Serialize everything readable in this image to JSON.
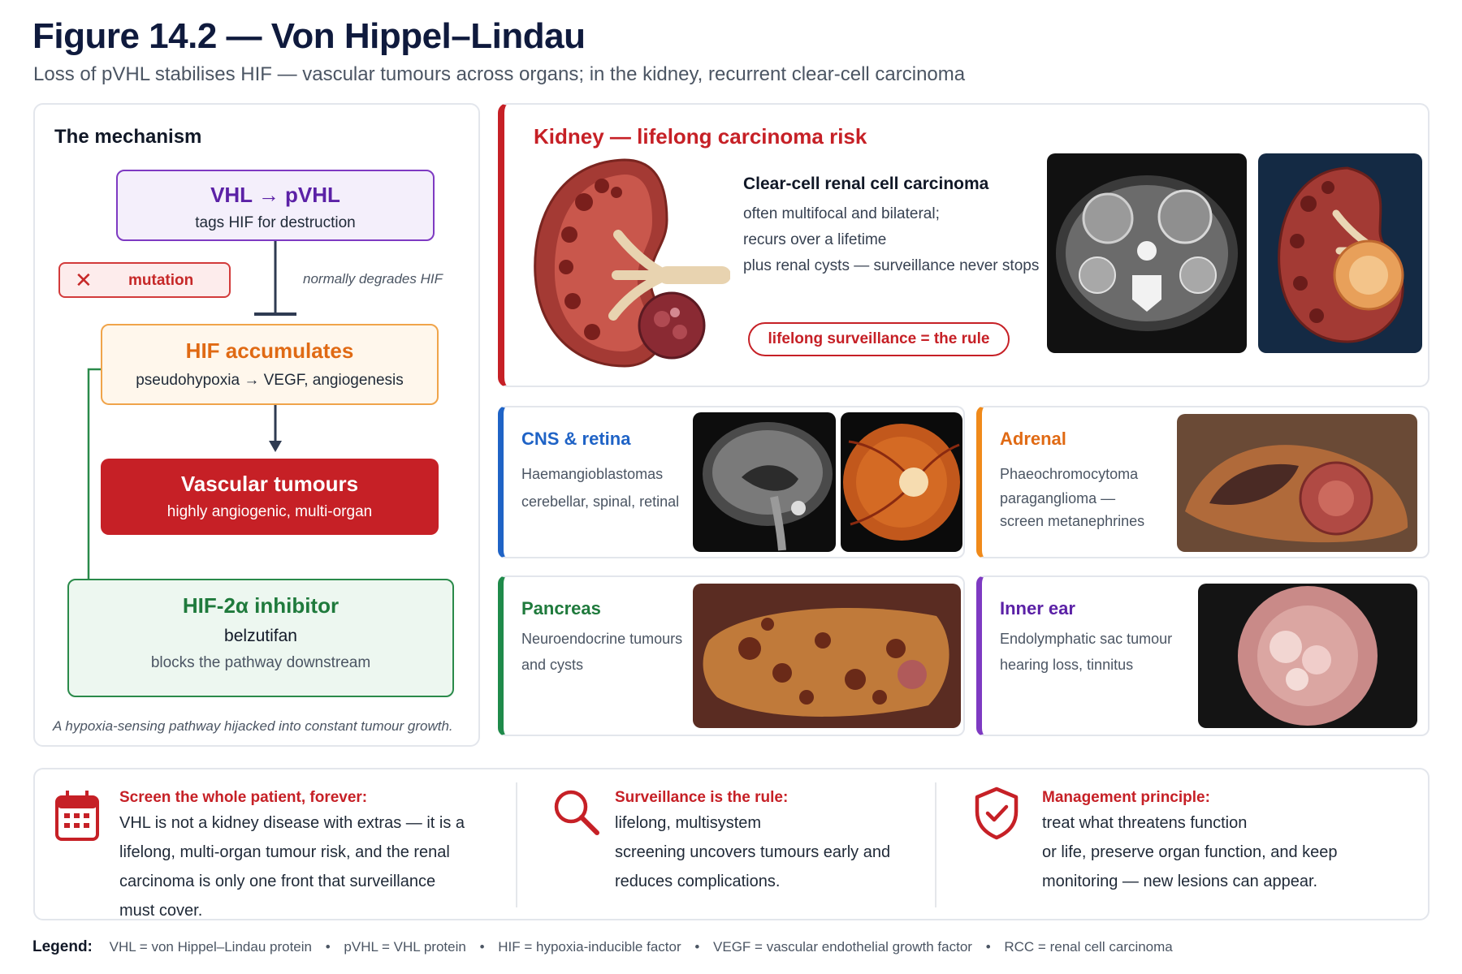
{
  "title": "Figure 14.2 — Von Hippel–Lindau",
  "subtitle": "Loss of pVHL stabilises HIF — vascular tumours across organs; in the kidney, recurrent clear-cell carcinoma",
  "mechanism": {
    "heading": "The mechanism",
    "vhl_title": "VHL → pVHL",
    "vhl_sub": "tags HIF for destruction",
    "mutation_label": "mutation",
    "normal_note": "normally degrades HIF",
    "hif_title": "HIF accumulates",
    "hif_sub": "pseudohypoxia → VEGF, angiogenesis",
    "vascular_title": "Vascular tumours",
    "vascular_sub": "highly angiogenic, multi-organ",
    "inhibitor_title": "HIF-2α inhibitor",
    "inhibitor_drug": "belzutifan",
    "inhibitor_sub": "blocks the pathway downstream",
    "footer": "A hypoxia-sensing pathway hijacked into constant tumour growth."
  },
  "kidney": {
    "heading": "Kidney — lifelong carcinoma risk",
    "sub_heading": "Clear-cell renal cell carcinoma",
    "lines": [
      "often multifocal and bilateral;",
      "recurs over a lifetime",
      "plus renal cysts — surveillance never stops"
    ],
    "badge": "lifelong surveillance = the rule"
  },
  "organs": {
    "cns": {
      "title": "CNS & retina",
      "lines": [
        "Haemangioblastomas",
        "cerebellar, spinal, retinal"
      ]
    },
    "adrenal": {
      "title": "Adrenal",
      "lines": [
        "Phaeochromocytoma",
        "paraganglioma —",
        "screen metanephrines"
      ]
    },
    "pancreas": {
      "title": "Pancreas",
      "lines": [
        "Neuroendocrine tumours",
        "and cysts"
      ]
    },
    "ear": {
      "title": "Inner ear",
      "lines": [
        "Endolymphatic sac tumour",
        "hearing loss, tinnitus"
      ]
    }
  },
  "bottom": {
    "screen": {
      "heading": "Screen the whole patient, forever:",
      "lines": [
        "VHL is not a kidney disease with extras — it is a",
        "lifelong, multi-organ tumour risk, and the renal",
        "carcinoma is only one front that surveillance",
        "must cover."
      ]
    },
    "surveillance": {
      "heading": "Surveillance is the rule:",
      "lines": [
        "lifelong, multisystem",
        "screening uncovers tumours early and",
        "reduces complications."
      ]
    },
    "management": {
      "heading": "Management principle:",
      "lines": [
        "treat what threatens function",
        "or life, preserve organ function, and keep",
        "monitoring — new lesions can appear."
      ]
    }
  },
  "legend": {
    "label": "Legend:",
    "items": [
      "VHL = von Hippel–Lindau protein",
      "pVHL = VHL protein",
      "HIF = hypoxia-inducible factor",
      "VEGF = vascular endothelial growth factor",
      "RCC = renal cell carcinoma"
    ]
  },
  "icons": {
    "mutation": "close-icon",
    "screen": "calendar-icon",
    "surveillance": "search-icon",
    "management": "shield-check-icon"
  },
  "colors": {
    "red": "#c62026",
    "purple": "#7e3ac2",
    "orange": "#f08a1a",
    "green": "#1f8a4a",
    "blue": "#1f63c6",
    "navy": "#0f1a3d"
  }
}
